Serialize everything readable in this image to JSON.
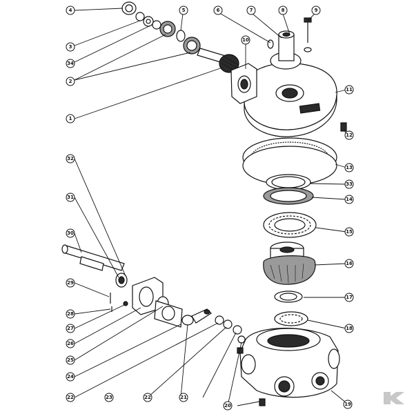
{
  "diagram": {
    "labels": [
      {
        "text": "4"
      },
      {
        "text": "5"
      },
      {
        "text": "6"
      },
      {
        "text": "7"
      },
      {
        "text": "8"
      },
      {
        "text": "9"
      },
      {
        "text": "10"
      },
      {
        "text": "3"
      },
      {
        "text": "34"
      },
      {
        "text": "2"
      },
      {
        "text": "1"
      },
      {
        "text": "11"
      },
      {
        "text": "12"
      },
      {
        "text": "13"
      },
      {
        "text": "33"
      },
      {
        "text": "14"
      },
      {
        "text": "15"
      },
      {
        "text": "16"
      },
      {
        "text": "17"
      },
      {
        "text": "18"
      },
      {
        "text": "19"
      },
      {
        "text": "32"
      },
      {
        "text": "31"
      },
      {
        "text": "30"
      },
      {
        "text": "29"
      },
      {
        "text": "28"
      },
      {
        "text": "27"
      },
      {
        "text": "26"
      },
      {
        "text": "25"
      },
      {
        "text": "24"
      },
      {
        "text": "22"
      },
      {
        "text": "23"
      },
      {
        "text": "21"
      },
      {
        "text": "20"
      }
    ]
  },
  "colors": {
    "ink": "#111111",
    "paper": "#ffffff",
    "logo": "#c8c8c8"
  },
  "logo": {
    "letter": "K"
  }
}
